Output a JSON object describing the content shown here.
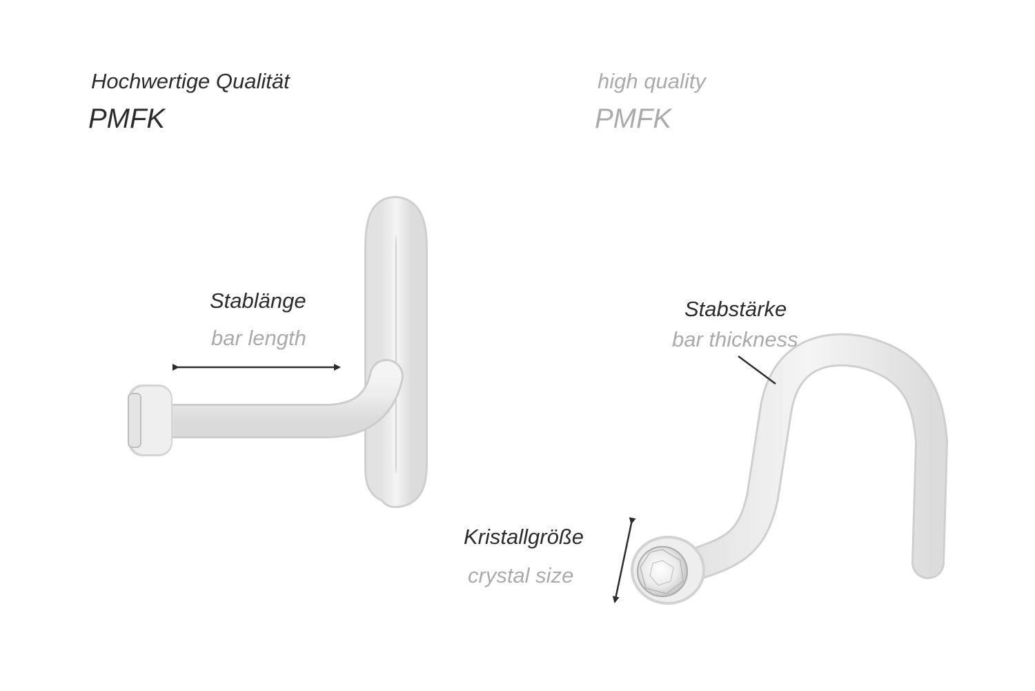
{
  "header": {
    "german_subtitle": "Hochwertige Qualität",
    "german_code": "PMFK",
    "english_subtitle": "high quality",
    "english_code": "PMFK"
  },
  "labels": {
    "bar_length_de": "Stablänge",
    "bar_length_en": "bar length",
    "bar_thickness_de": "Stabstärke",
    "bar_thickness_en": "bar thickness",
    "crystal_size_de": "Kristallgröße",
    "crystal_size_en": "crystal size"
  },
  "colors": {
    "primary_text": "#2b2b2b",
    "secondary_text": "#aaaaaa",
    "metal": "#e9e9e9",
    "metal_edge": "#c8c8c8"
  }
}
